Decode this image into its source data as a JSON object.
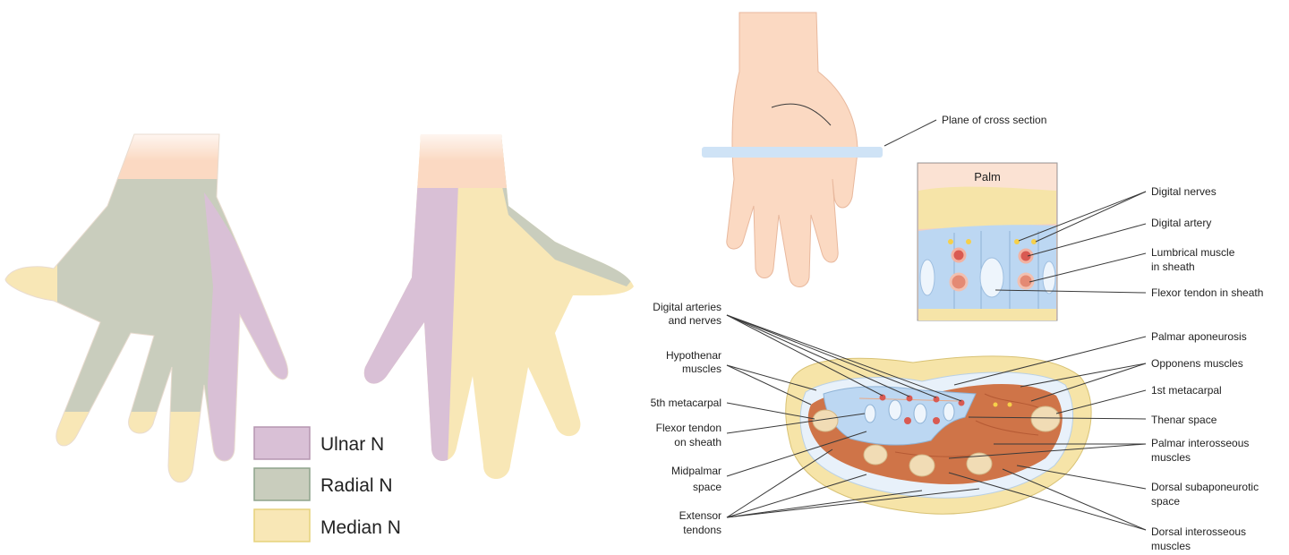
{
  "colors": {
    "ulnar": "#d9c0d6",
    "radial": "#c9cdbd",
    "median": "#f8e7b6",
    "skin": "#fbd9c2",
    "muscle": "#cf7448",
    "fat": "#f6e4a8",
    "sheath_blue": "#bcd7f2",
    "bone": "#f1dcb5"
  },
  "legend": [
    {
      "key": "ulnar",
      "label": "Ulnar N"
    },
    {
      "key": "radial",
      "label": "Radial N"
    },
    {
      "key": "median",
      "label": "Median N"
    }
  ],
  "inset": {
    "title": "Palm"
  },
  "labels": {
    "plane": "Plane of cross section",
    "digital_nerves": "Digital nerves",
    "digital_artery": "Digital artery",
    "lumbrical_1": "Lumbrical muscle",
    "lumbrical_2": "in sheath",
    "flexor_sheath": "Flexor tendon in sheath",
    "digital_an_1": "Digital arteries",
    "digital_an_2": "and nerves",
    "hypothenar_1": "Hypothenar",
    "hypothenar_2": "muscles",
    "fifth_meta": "5th metacarpal",
    "flexor_on_1": "Flexor tendon",
    "flexor_on_2": "on sheath",
    "midpalmar_1": "Midpalmar",
    "midpalmar_2": "space",
    "extensor_1": "Extensor",
    "extensor_2": "tendons",
    "palmar_apo": "Palmar aponeurosis",
    "opponens": "Opponens muscles",
    "first_meta": "1st metacarpal",
    "thenar": "Thenar space",
    "palmar_int_1": "Palmar interosseous",
    "palmar_int_2": "muscles",
    "dorsal_sub_1": "Dorsal subaponeurotic",
    "dorsal_sub_2": "space",
    "dorsal_int_1": "Dorsal interosseous",
    "dorsal_int_2": "muscles"
  }
}
